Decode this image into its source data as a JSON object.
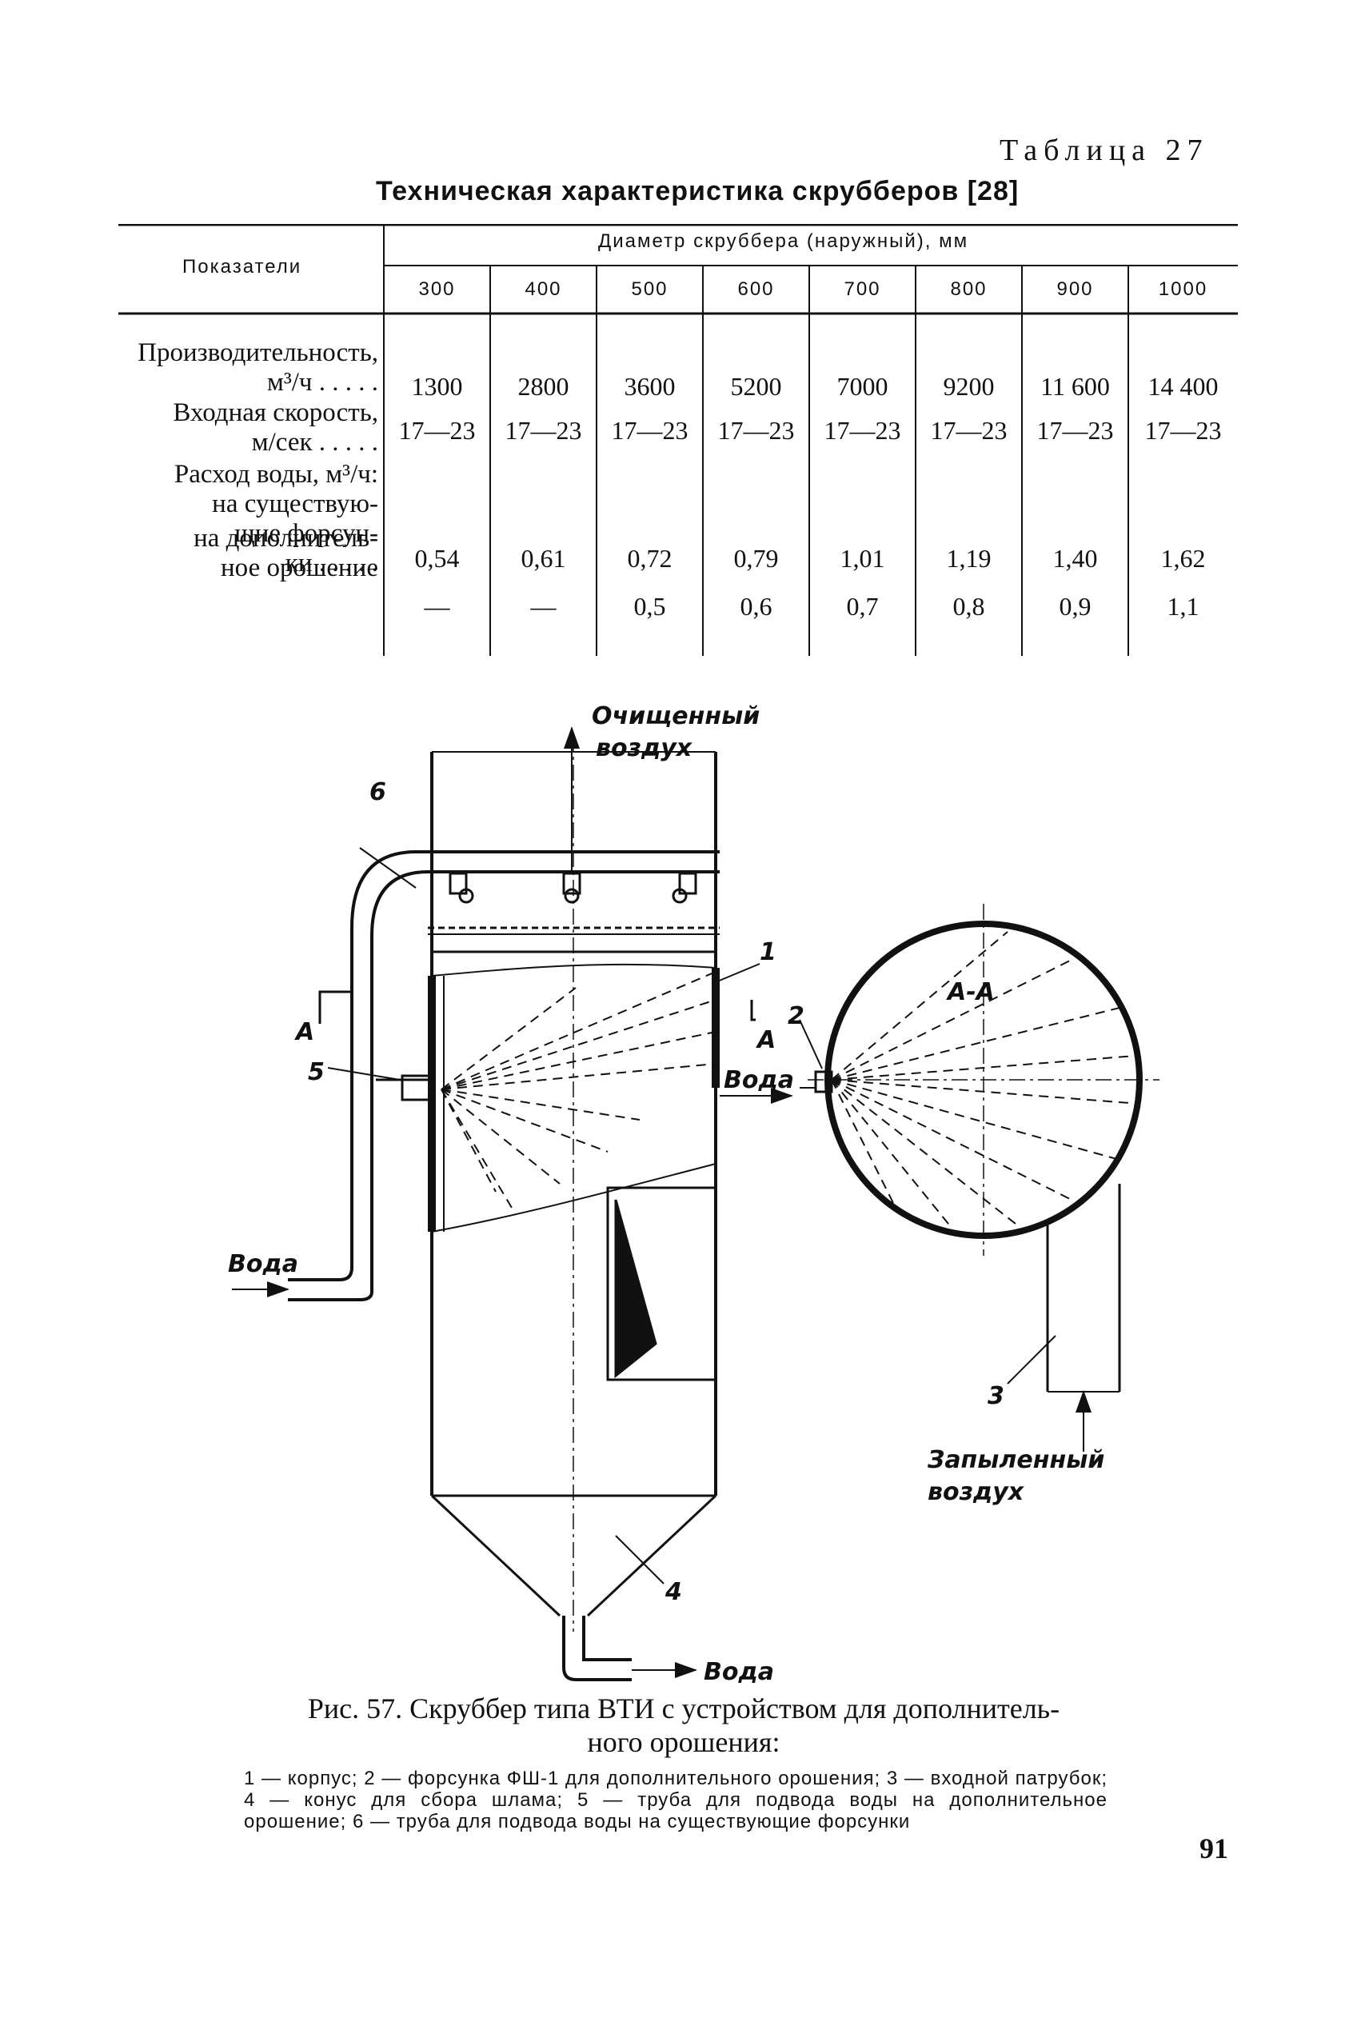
{
  "table": {
    "caption": "Таблица 27",
    "title": "Техническая характеристика скрубберов [28]",
    "header": {
      "row_label": "Показатели",
      "group_label": "Диаметр скруббера (наружный), мм",
      "diameters": [
        "300",
        "400",
        "500",
        "600",
        "700",
        "800",
        "900",
        "1000"
      ]
    },
    "rows": [
      {
        "label_lines": [
          "Производительность,",
          "м³/ч . . . . ."
        ],
        "values": [
          "1300",
          "2800",
          "3600",
          "5200",
          "7000",
          "9200",
          "11 600",
          "14 400"
        ]
      },
      {
        "label_lines": [
          "Входная скорость,",
          "м/сек . . . . ."
        ],
        "values": [
          "17—23",
          "17—23",
          "17—23",
          "17—23",
          "17—23",
          "17—23",
          "17—23",
          "17—23"
        ]
      },
      {
        "label_lines": [
          "Расход воды, м³/ч:",
          "на существую-",
          "щие форсун-",
          "ки . . . . ."
        ],
        "values": [
          "0,54",
          "0,61",
          "0,72",
          "0,79",
          "1,01",
          "1,19",
          "1,40",
          "1,62"
        ]
      },
      {
        "label_lines": [
          "на дополнитель-",
          "ное орошение"
        ],
        "values": [
          "—",
          "—",
          "0,5",
          "0,6",
          "0,7",
          "0,8",
          "0,9",
          "1,1"
        ]
      }
    ]
  },
  "figure": {
    "labels": {
      "clean_air": [
        "Очищенный",
        "воздух"
      ],
      "dusty_air": [
        "Запыленный",
        "воздух"
      ],
      "water_left": "Вода",
      "water_middle": "Вода",
      "water_bottom": "Вода",
      "section": "А-А",
      "arrow_a_left": "А",
      "arrow_a_right": "А",
      "n1": "1",
      "n2": "2",
      "n3": "3",
      "n4": "4",
      "n5": "5",
      "n6": "6"
    },
    "caption": [
      "Рис. 57. Скруббер типа ВТИ с устройством для дополнитель-",
      "ного орошения:"
    ],
    "legend": "1 — корпус; 2 — форсунка ФШ-1 для дополнительного орошения; 3 — входной патрубок; 4 — конус для сбора шлама; 5 — труба для подвода воды на дополнительное орошение; 6 — труба для подвода воды на существующие форсунки"
  },
  "page_number": "91"
}
